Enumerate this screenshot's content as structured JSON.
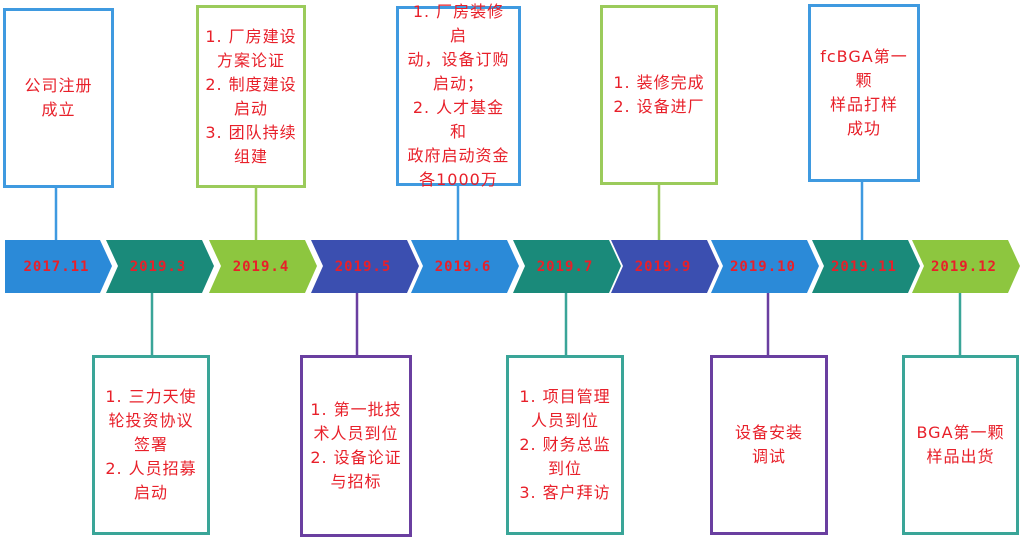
{
  "timeline": {
    "dates": [
      "2017.11",
      "2019.3",
      "2019.4",
      "2019.5",
      "2019.6",
      "2019.7",
      "2019.9",
      "2019.10",
      "2019.11",
      "2019.12"
    ],
    "segment_colors": [
      "#2b8ad8",
      "#1a8a7a",
      "#8dc63f",
      "#3b4fb0",
      "#2b8ad8",
      "#1a8a7a",
      "#3b4fb0",
      "#2b8ad8",
      "#1a8a7a",
      "#8dc63f"
    ],
    "events": [
      {
        "date_index": 0,
        "position": "top",
        "color": "#3f9ae0",
        "text": "公司注册\n成立"
      },
      {
        "date_index": 1,
        "position": "bottom",
        "color": "#3aa598",
        "text": "1. 三力天使\n轮投资协议\n签署\n2. 人员招募\n启动"
      },
      {
        "date_index": 2,
        "position": "top",
        "color": "#9bcb5b",
        "text": "1. 厂房建设\n方案论证\n2. 制度建设\n启动\n3. 团队持续\n组建"
      },
      {
        "date_index": 3,
        "position": "bottom",
        "color": "#6a3fa0",
        "text": "1. 第一批技\n术人员到位\n2. 设备论证\n与招标"
      },
      {
        "date_index": 4,
        "position": "top",
        "color": "#3f9ae0",
        "text": "1. 厂房装修启\n动，设备订购\n启动；\n2. 人才基金和\n政府启动资金\n各1000万"
      },
      {
        "date_index": 5,
        "position": "bottom",
        "color": "#3aa598",
        "text": "1. 项目管理\n人员到位\n2. 财务总监\n到位\n3. 客户拜访"
      },
      {
        "date_index": 6,
        "position": "top",
        "color": "#9bcb5b",
        "text": "1. 装修完成\n2. 设备进厂"
      },
      {
        "date_index": 7,
        "position": "bottom",
        "color": "#6a3fa0",
        "text": "设备安装\n调试"
      },
      {
        "date_index": 8,
        "position": "top",
        "color": "#3f9ae0",
        "text": "fcBGA第一颗\n样品打样\n成功"
      },
      {
        "date_index": 9,
        "position": "bottom",
        "color": "#3aa598",
        "text": "BGA第一颗\n样品出货"
      }
    ]
  }
}
